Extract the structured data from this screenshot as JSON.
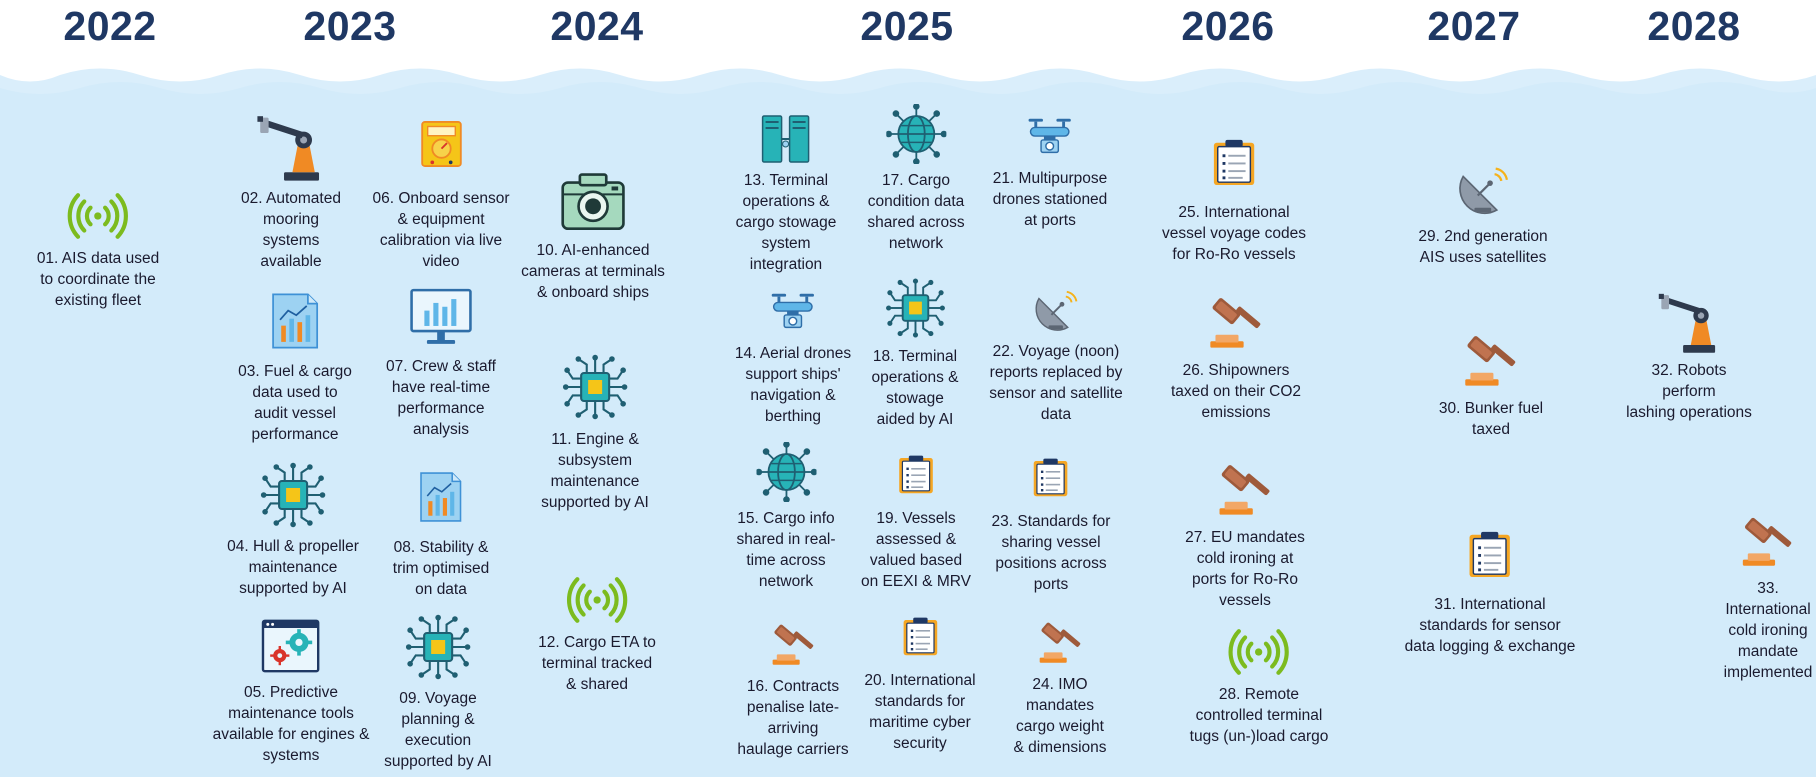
{
  "years": [
    "2022",
    "2023",
    "2024",
    "2025",
    "2026",
    "2027",
    "2028"
  ],
  "items": [
    {
      "text": "01. AIS data used\nto coordinate the\nexisting fleet",
      "icon": "signal-icon"
    },
    {
      "text": "02. Automated\nmooring\nsystems\navailable",
      "icon": "robot-arm-icon"
    },
    {
      "text": "03. Fuel & cargo\ndata used to\naudit vessel\nperformance",
      "icon": "report-chart-icon"
    },
    {
      "text": "04. Hull & propeller\nmaintenance\nsupported by AI",
      "icon": "ai-chip-icon"
    },
    {
      "text": "05. Predictive\nmaintenance tools\navailable for engines &\nsystems",
      "icon": "gears-window-icon"
    },
    {
      "text": "06. Onboard sensor\n& equipment\ncalibration via live\nvideo",
      "icon": "multimeter-icon"
    },
    {
      "text": "07. Crew & staff\nhave real-time\nperformance\nanalysis",
      "icon": "monitor-chart-icon"
    },
    {
      "text": "08. Stability &\ntrim optimised\non data",
      "icon": "report-chart-icon"
    },
    {
      "text": "09. Voyage\nplanning &\nexecution\nsupported by AI",
      "icon": "ai-chip-icon"
    },
    {
      "text": "10. AI-enhanced\ncameras at terminals\n& onboard ships",
      "icon": "camera-icon"
    },
    {
      "text": "11. Engine &\nsubsystem\nmaintenance\nsupported by AI",
      "icon": "ai-chip-icon"
    },
    {
      "text": "12. Cargo ETA to\nterminal tracked\n& shared",
      "icon": "signal-icon"
    },
    {
      "text": "13. Terminal\noperations &\ncargo stowage\nsystem\nintegration",
      "icon": "servers-icon"
    },
    {
      "text": "14. Aerial drones\nsupport ships'\nnavigation &\nberthing",
      "icon": "drone-icon"
    },
    {
      "text": "15. Cargo info\nshared in real-\ntime across\nnetwork",
      "icon": "globe-network-icon"
    },
    {
      "text": "16. Contracts\npenalise late-\narriving\nhaulage carriers",
      "icon": "gavel-icon"
    },
    {
      "text": "17. Cargo\ncondition data\nshared across\nnetwork",
      "icon": "globe-network-icon"
    },
    {
      "text": "18. Terminal\noperations &\nstowage\naided by AI",
      "icon": "ai-chip-icon"
    },
    {
      "text": "19. Vessels\nassessed &\nvalued based\non EEXI & MRV",
      "icon": "clipboard-icon"
    },
    {
      "text": "20. International\nstandards for\nmaritime cyber\nsecurity",
      "icon": "clipboard-icon"
    },
    {
      "text": "21. Multipurpose\ndrones stationed\nat ports",
      "icon": "drone-icon"
    },
    {
      "text": "22. Voyage (noon)\nreports replaced by\nsensor and satellite\ndata",
      "icon": "satellite-dish-icon"
    },
    {
      "text": "23. Standards for\nsharing vessel\npositions across\nports",
      "icon": "clipboard-icon"
    },
    {
      "text": "24. IMO\nmandates\ncargo weight\n& dimensions",
      "icon": "gavel-icon"
    },
    {
      "text": "25. International\nvessel voyage codes\nfor Ro-Ro vessels",
      "icon": "clipboard-icon"
    },
    {
      "text": "26. Shipowners\ntaxed on their CO2\nemissions",
      "icon": "gavel-icon"
    },
    {
      "text": "27. EU mandates\ncold ironing at\nports for Ro-Ro\nvessels",
      "icon": "gavel-icon"
    },
    {
      "text": "28. Remote\ncontrolled terminal\ntugs (un-)load cargo",
      "icon": "signal-icon"
    },
    {
      "text": "29. 2nd generation\nAIS uses satellites",
      "icon": "satellite-dish-icon"
    },
    {
      "text": "30. Bunker fuel\ntaxed",
      "icon": "gavel-icon"
    },
    {
      "text": "31. International\nstandards for sensor\ndata logging & exchange",
      "icon": "clipboard-icon"
    },
    {
      "text": "32. Robots perform\nlashing operations",
      "icon": "robot-arm-icon"
    },
    {
      "text": "33. International\ncold ironing\nmandate\nimplemented",
      "icon": "gavel-icon"
    }
  ],
  "colors": {
    "year_text": "#1f3864",
    "band": "#daeefb",
    "green": "#7cbb1e",
    "orange": "#f08a24",
    "brown": "#9e5a3b",
    "teal": "#27b3b7",
    "blue": "#3e91d6"
  }
}
